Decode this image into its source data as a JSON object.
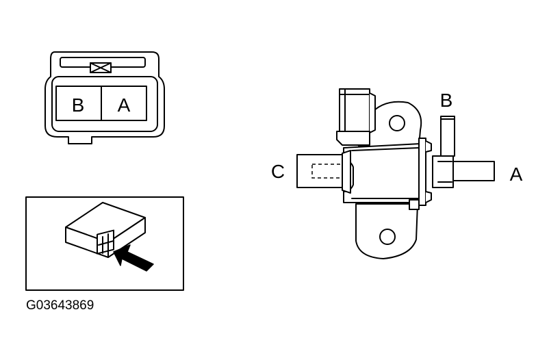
{
  "connector_pins": {
    "left": "B",
    "right": "A"
  },
  "port_labels": {
    "top": "B",
    "left": "C",
    "right": "A"
  },
  "figure_code": "G03643869"
}
